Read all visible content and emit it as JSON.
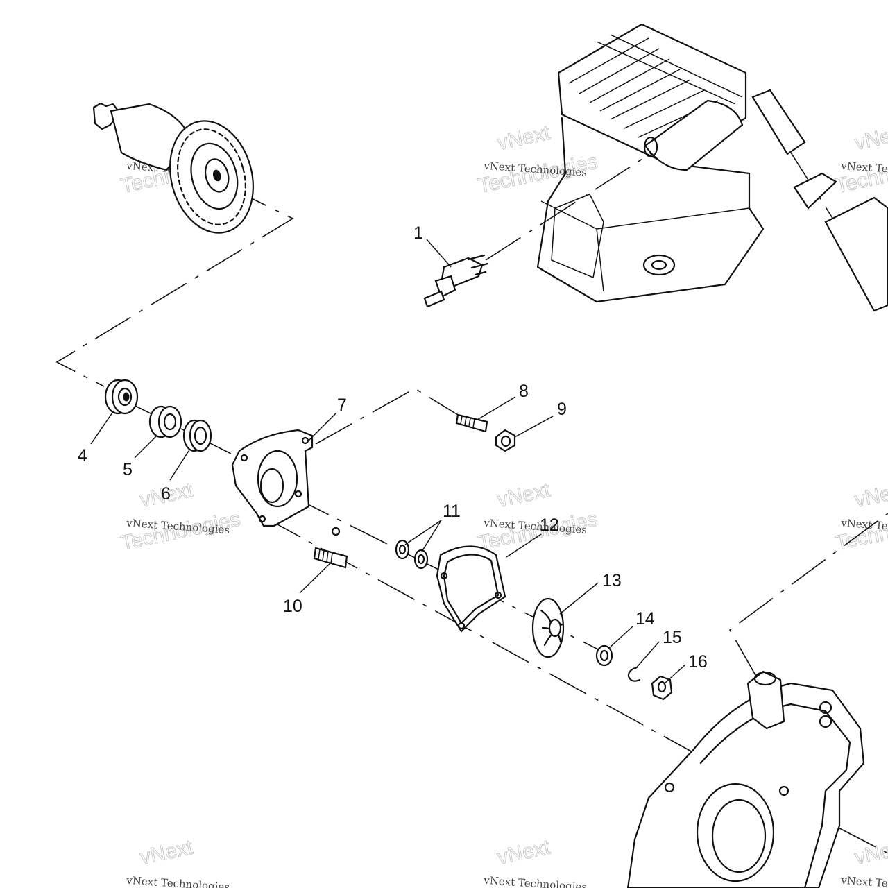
{
  "callouts": {
    "c1": "1",
    "c4": "4",
    "c5": "5",
    "c6": "6",
    "c7": "7",
    "c8": "8",
    "c9": "9",
    "c10": "10",
    "c11": "11",
    "c12": "12",
    "c13": "13",
    "c14": "14",
    "c15": "15",
    "c16": "16"
  },
  "watermark": {
    "line1": "vNext Technologies",
    "line2": "vNext",
    "line3": "Technologies"
  }
}
